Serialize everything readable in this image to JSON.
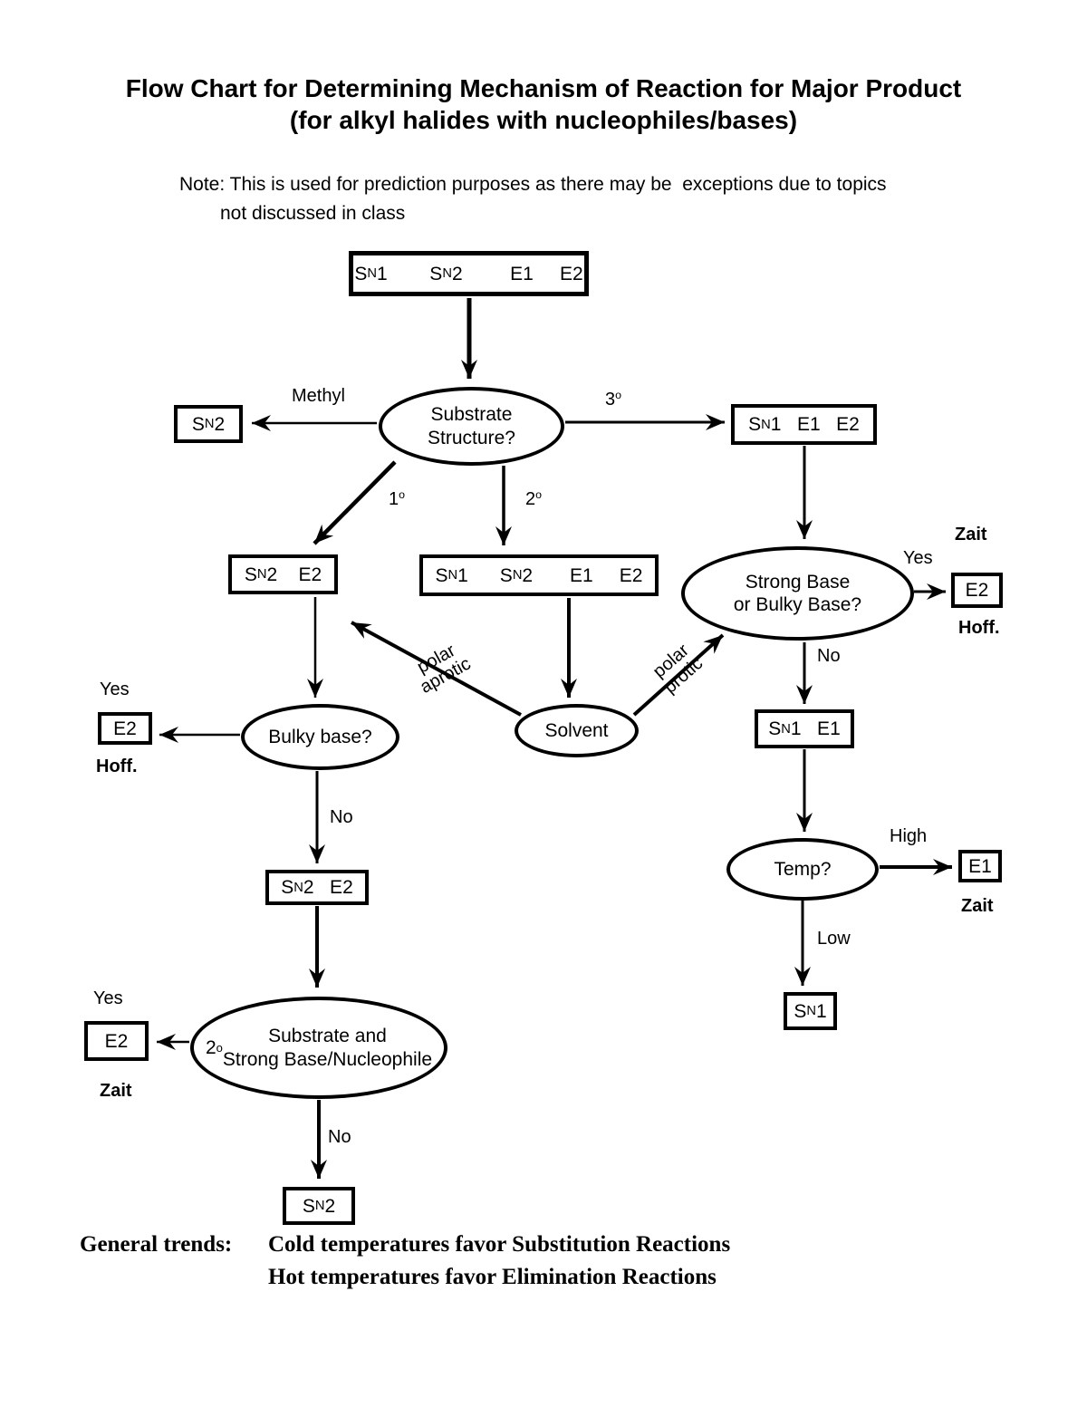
{
  "title": {
    "line1": "Flow Chart for Determining Mechanism of Reaction for Major Product",
    "line2": "(for alkyl halides with nucleophiles/bases)"
  },
  "note": {
    "line1": "Note: This is used for prediction purposes as there may be  exceptions due to topics",
    "line2": "not discussed in class"
  },
  "nodes": {
    "start": "S~N~1        S~N~2         E1     E2",
    "substrate_question": "Substrate\nStructure?",
    "methyl_result": "S~N~2",
    "tertiary_result": "S~N~1   E1   E2",
    "primary_result": "S~N~2    E2",
    "secondary_result": "S~N~1      S~N~2       E1     E2",
    "strong_base_question": "Strong Base\nor Bulky Base?",
    "strong_base_yes_result": "E2",
    "strong_base_no_result": "S~N~1   E1",
    "temp_question": "Temp?",
    "temp_high_result": "E1",
    "temp_low_result": "S~N~1",
    "solvent_question": "Solvent",
    "bulky_base_question": "Bulky base?",
    "bulky_yes_result": "E2",
    "bulky_no_result": "S~N~2   E2",
    "final_question": "2^o^  Substrate and\nStrong Base/Nucleophile",
    "final_yes_result": "E2",
    "final_no_result": "S~N~2"
  },
  "edge_labels": {
    "methyl": "Methyl",
    "tertiary": "3^o^",
    "primary": "1^o^",
    "secondary": "2^o^",
    "polar_aprotic": "polar\naprotic",
    "polar_protic": "polar\nprotic",
    "strong_base_yes": "Yes",
    "strong_base_no": "No",
    "temp_high": "High",
    "temp_low": "Low",
    "bulky_yes": "Yes",
    "bulky_no": "No",
    "final_yes": "Yes",
    "final_no": "No"
  },
  "annotations": {
    "strong_base_yes_top": "Zait",
    "strong_base_yes_bottom": "Hoff.",
    "bulky_yes_bottom": "Hoff.",
    "temp_high_bottom": "Zait",
    "final_yes_bottom": "Zait"
  },
  "general_trends": {
    "label": "General trends:",
    "line1": "Cold temperatures favor Substitution Reactions",
    "line2": "Hot temperatures favor Elimination Reactions"
  },
  "colors": {
    "ink": "#000000",
    "background": "#ffffff"
  }
}
